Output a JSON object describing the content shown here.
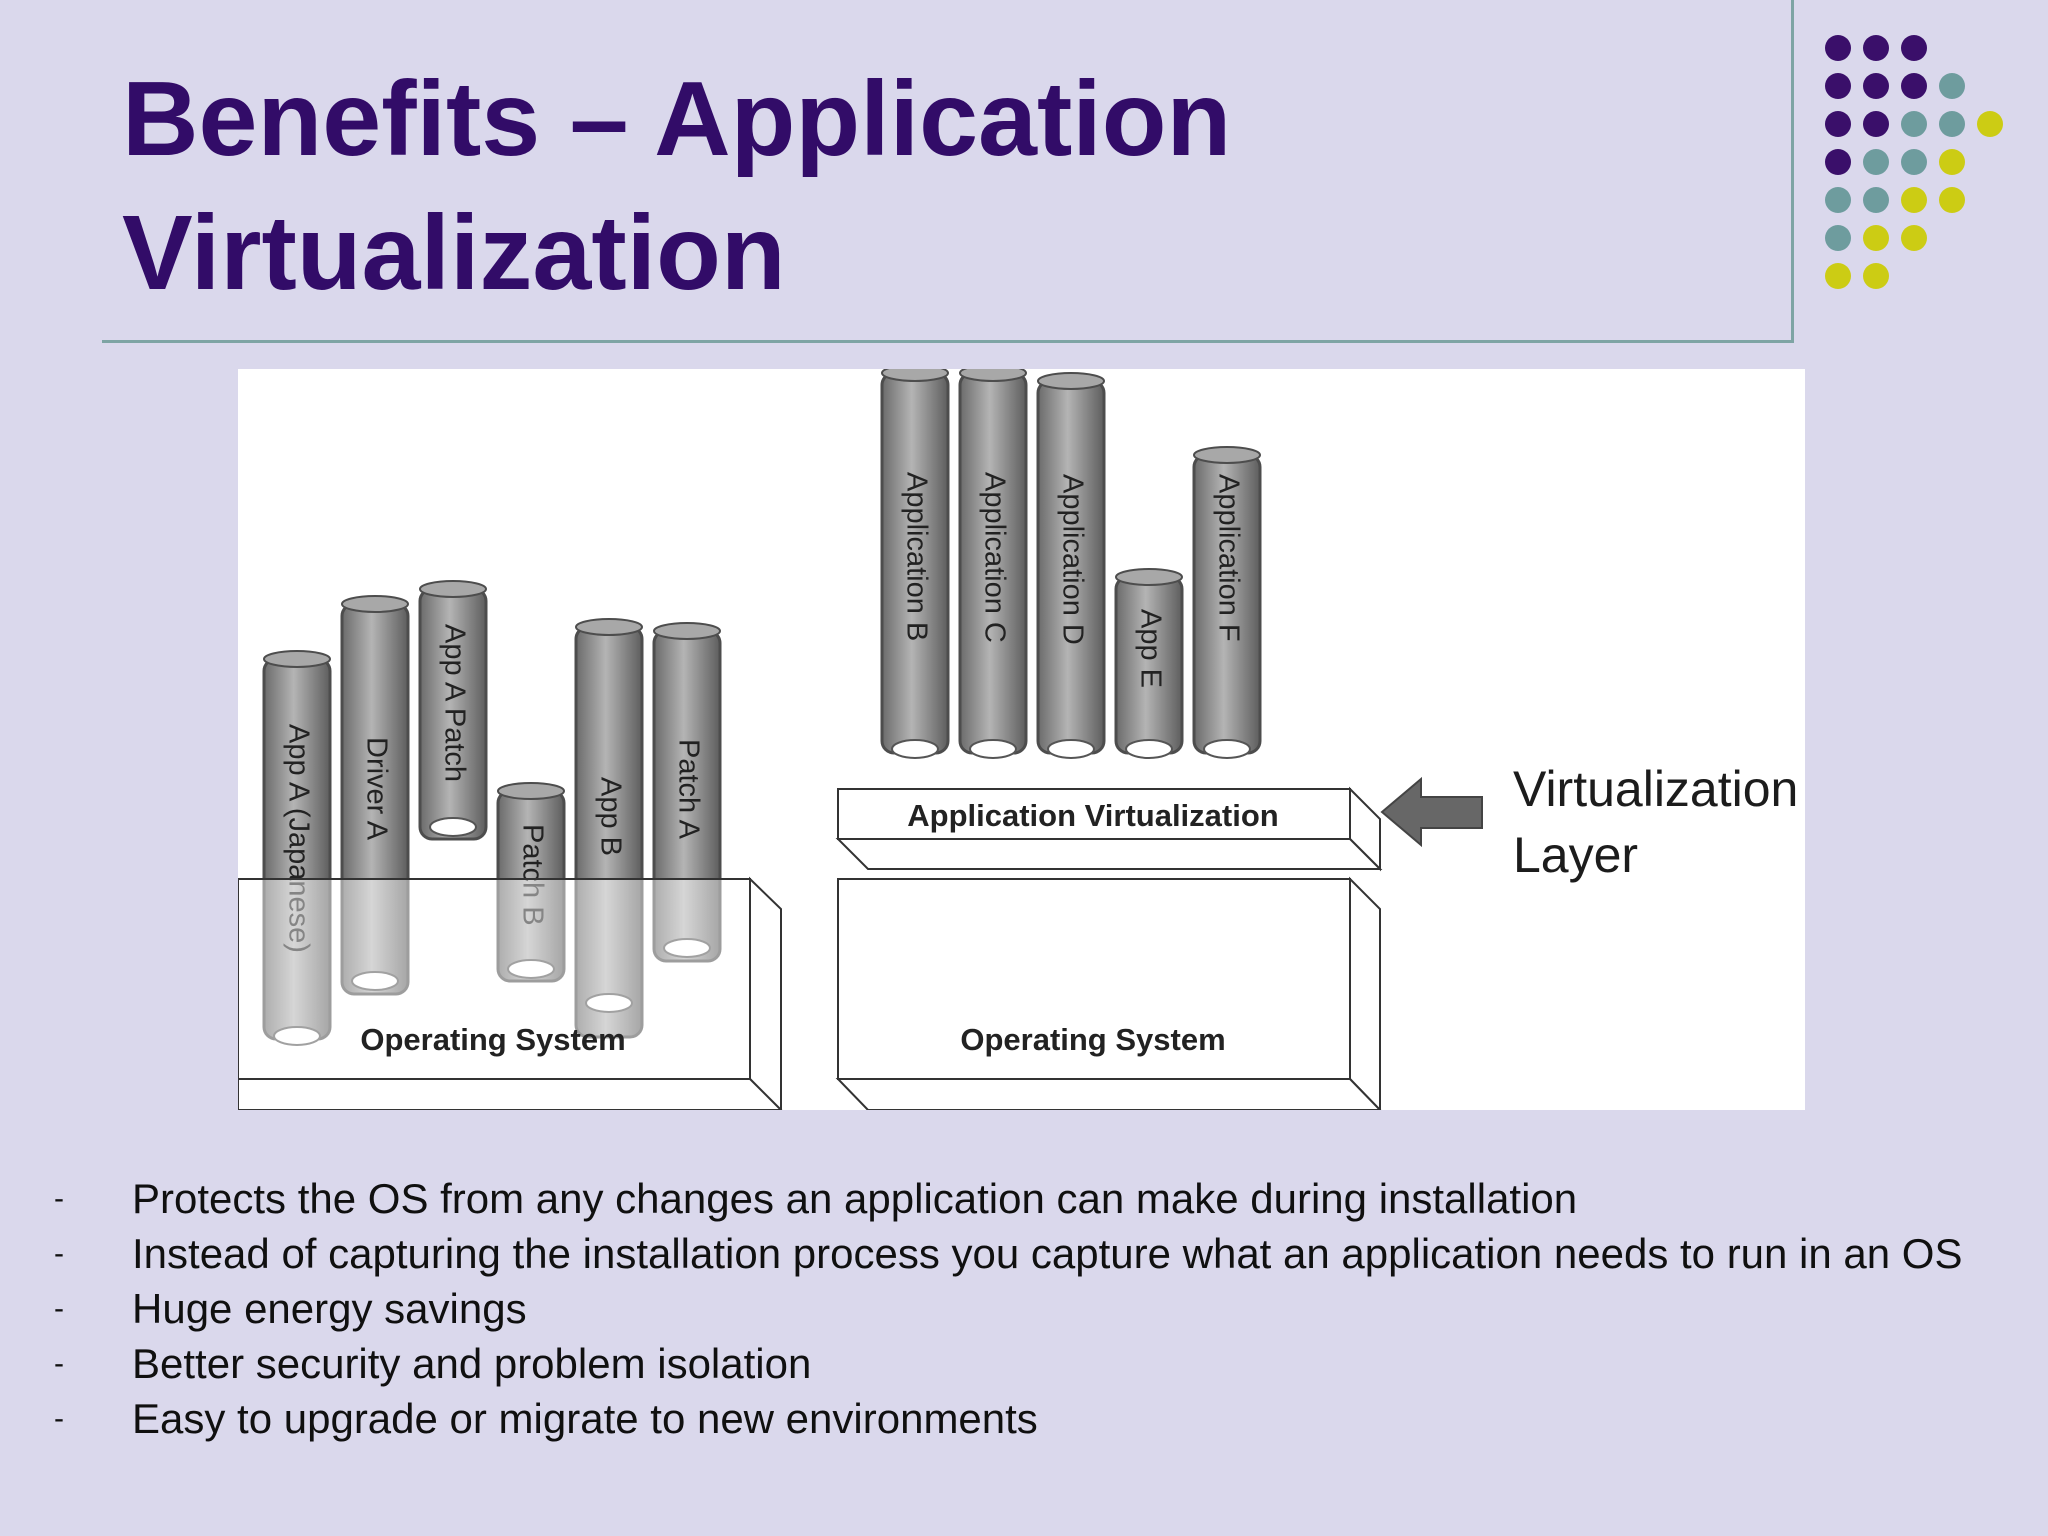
{
  "slide": {
    "title_line1": "Benefits – Application",
    "title_line2": "Virtualization"
  },
  "diagram": {
    "left_cylinders": [
      "App A (Japanese)",
      "Driver A",
      "App A Patch",
      "Patch B",
      "App B",
      "Patch A"
    ],
    "left_os_label": "Operating System",
    "right_cylinders": [
      "Application B",
      "Application C",
      "Application D",
      "App E",
      "Application F"
    ],
    "virt_bar_label": "Application Virtualization",
    "right_os_label": "Operating System",
    "callout_line1": "Virtualization",
    "callout_line2": "Layer"
  },
  "bullets": [
    "Protects the OS from any changes an application can make during installation",
    "Instead of capturing the installation process you capture what an application needs to run in an OS",
    "Huge energy savings",
    "Better security and problem isolation",
    "Easy to upgrade or migrate to new environments"
  ],
  "bullet_marker": "-",
  "colors": {
    "background": "#dad8ec",
    "title": "#320c68",
    "rule": "#7ea4a4",
    "dot_purple": "#3a0f6a",
    "dot_teal": "#6e9c9e",
    "dot_yellow": "#cccc14"
  }
}
